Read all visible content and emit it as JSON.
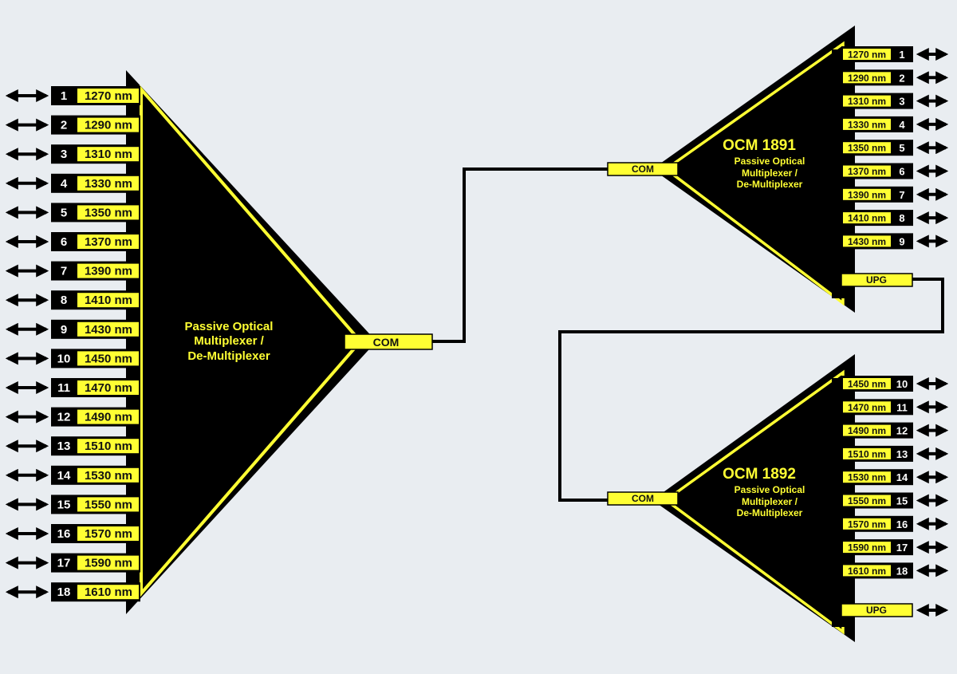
{
  "colors": {
    "background": "#e9edf1",
    "body": "#000000",
    "accent": "#ffff33",
    "text_dark": "#111111",
    "text_light": "#ffffff"
  },
  "left_unit": {
    "subtitle": [
      "Passive Optical",
      "Multiplexer /",
      "De-Multiplexer"
    ],
    "com_label": "COM",
    "ports": [
      {
        "n": "1",
        "wl": "1270 nm"
      },
      {
        "n": "2",
        "wl": "1290 nm"
      },
      {
        "n": "3",
        "wl": "1310 nm"
      },
      {
        "n": "4",
        "wl": "1330 nm"
      },
      {
        "n": "5",
        "wl": "1350 nm"
      },
      {
        "n": "6",
        "wl": "1370 nm"
      },
      {
        "n": "7",
        "wl": "1390 nm"
      },
      {
        "n": "8",
        "wl": "1410 nm"
      },
      {
        "n": "9",
        "wl": "1430 nm"
      },
      {
        "n": "10",
        "wl": "1450 nm"
      },
      {
        "n": "11",
        "wl": "1470 nm"
      },
      {
        "n": "12",
        "wl": "1490 nm"
      },
      {
        "n": "13",
        "wl": "1510 nm"
      },
      {
        "n": "14",
        "wl": "1530 nm"
      },
      {
        "n": "15",
        "wl": "1550 nm"
      },
      {
        "n": "16",
        "wl": "1570 nm"
      },
      {
        "n": "17",
        "wl": "1590 nm"
      },
      {
        "n": "18",
        "wl": "1610 nm"
      }
    ]
  },
  "ocm1891": {
    "title": "OCM 1891",
    "subtitle": [
      "Passive Optical",
      "Multiplexer /",
      "De-Multiplexer"
    ],
    "com_label": "COM",
    "upg_label": "UPG",
    "ports": [
      {
        "n": "1",
        "wl": "1270 nm"
      },
      {
        "n": "2",
        "wl": "1290 nm"
      },
      {
        "n": "3",
        "wl": "1310 nm"
      },
      {
        "n": "4",
        "wl": "1330 nm"
      },
      {
        "n": "5",
        "wl": "1350 nm"
      },
      {
        "n": "6",
        "wl": "1370 nm"
      },
      {
        "n": "7",
        "wl": "1390 nm"
      },
      {
        "n": "8",
        "wl": "1410 nm"
      },
      {
        "n": "9",
        "wl": "1430 nm"
      }
    ]
  },
  "ocm1892": {
    "title": "OCM 1892",
    "subtitle": [
      "Passive Optical",
      "Multiplexer /",
      "De-Multiplexer"
    ],
    "com_label": "COM",
    "upg_label": "UPG",
    "ports": [
      {
        "n": "10",
        "wl": "1450 nm"
      },
      {
        "n": "11",
        "wl": "1470 nm"
      },
      {
        "n": "12",
        "wl": "1490 nm"
      },
      {
        "n": "13",
        "wl": "1510 nm"
      },
      {
        "n": "14",
        "wl": "1530 nm"
      },
      {
        "n": "15",
        "wl": "1550 nm"
      },
      {
        "n": "16",
        "wl": "1570 nm"
      },
      {
        "n": "17",
        "wl": "1590 nm"
      },
      {
        "n": "18",
        "wl": "1610 nm"
      }
    ]
  }
}
